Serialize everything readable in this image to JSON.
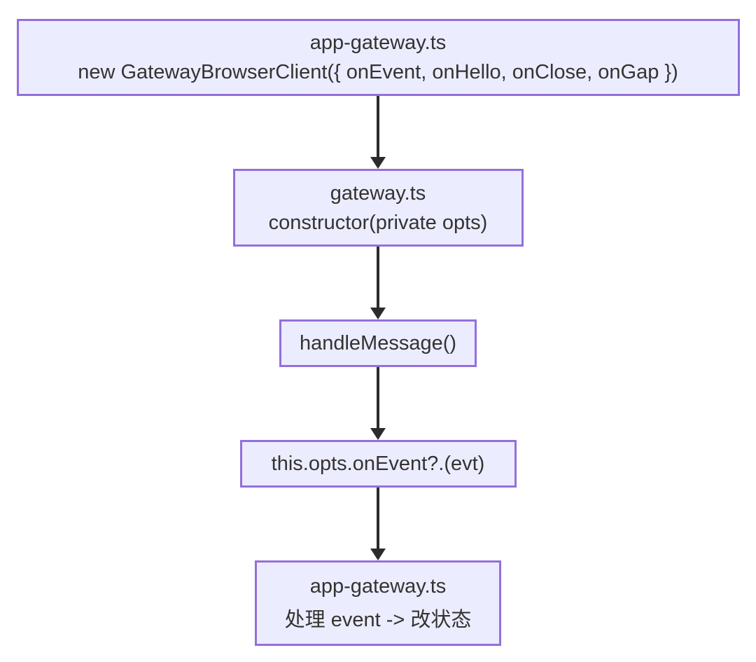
{
  "diagram": {
    "type": "flowchart",
    "direction": "top-down",
    "colors": {
      "background": "#ffffff",
      "node_fill": "#ECECFF",
      "node_border": "#9370DB",
      "node_text": "#333333",
      "arrow": "#2b2b2b"
    },
    "nodes": [
      {
        "id": "A",
        "lines": [
          "app-gateway.ts",
          "new GatewayBrowserClient({ onEvent, onHello, onClose, onGap })"
        ]
      },
      {
        "id": "B",
        "lines": [
          "gateway.ts",
          "constructor(private opts)"
        ]
      },
      {
        "id": "C",
        "lines": [
          "handleMessage()"
        ]
      },
      {
        "id": "D",
        "lines": [
          "this.opts.onEvent?.(evt)"
        ]
      },
      {
        "id": "E",
        "lines": [
          "app-gateway.ts",
          "处理 event -> 改状态"
        ]
      }
    ],
    "edges": [
      {
        "from": "A",
        "to": "B",
        "style": "solid-arrow"
      },
      {
        "from": "B",
        "to": "C",
        "style": "solid-arrow"
      },
      {
        "from": "C",
        "to": "D",
        "style": "solid-arrow"
      },
      {
        "from": "D",
        "to": "E",
        "style": "solid-arrow"
      }
    ]
  }
}
